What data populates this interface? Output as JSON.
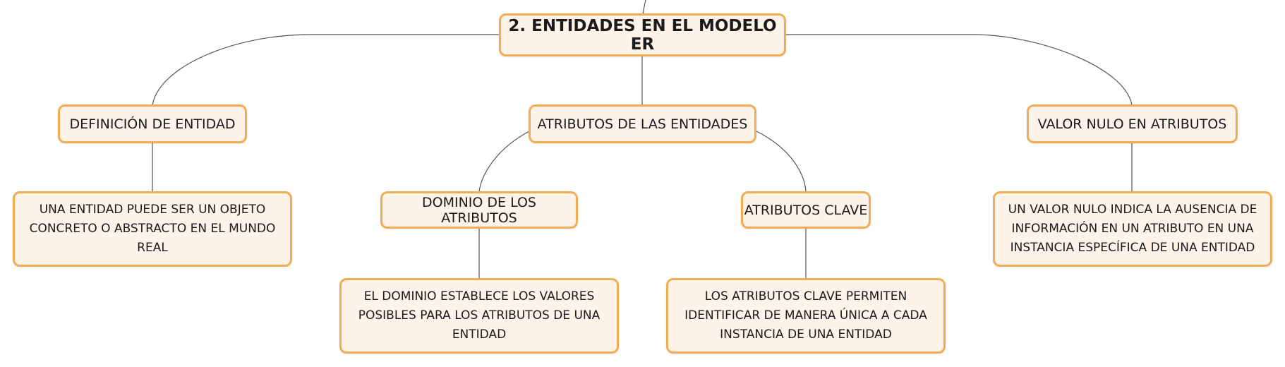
{
  "diagram": {
    "root": "2. ENTIDADES EN EL MODELO ER",
    "branches": {
      "definicion": {
        "label": "DEFINICIÓN DE ENTIDAD",
        "detail": "UNA ENTIDAD PUEDE SER UN OBJETO CONCRETO O ABSTRACTO EN EL MUNDO REAL"
      },
      "atributos": {
        "label": "ATRIBUTOS DE LAS ENTIDADES",
        "dominio": {
          "label": "DOMINIO DE LOS ATRIBUTOS",
          "detail": "EL DOMINIO ESTABLECE LOS VALORES POSIBLES PARA LOS ATRIBUTOS DE UNA ENTIDAD"
        },
        "clave": {
          "label": "ATRIBUTOS CLAVE",
          "detail": "LOS ATRIBUTOS CLAVE PERMITEN IDENTIFICAR DE MANERA ÚNICA A CADA INSTANCIA DE UNA ENTIDAD"
        }
      },
      "nulo": {
        "label": "VALOR NULO EN ATRIBUTOS",
        "detail": "UN VALOR NULO INDICA LA AUSENCIA DE INFORMACIÓN EN UN ATRIBUTO EN UNA INSTANCIA ESPECÍFICA DE UNA ENTIDAD"
      }
    }
  },
  "colors": {
    "node_fill": "#fdf3e8",
    "node_border": "#f2ac55",
    "connector": "#555555",
    "text": "#1a1a1a"
  }
}
